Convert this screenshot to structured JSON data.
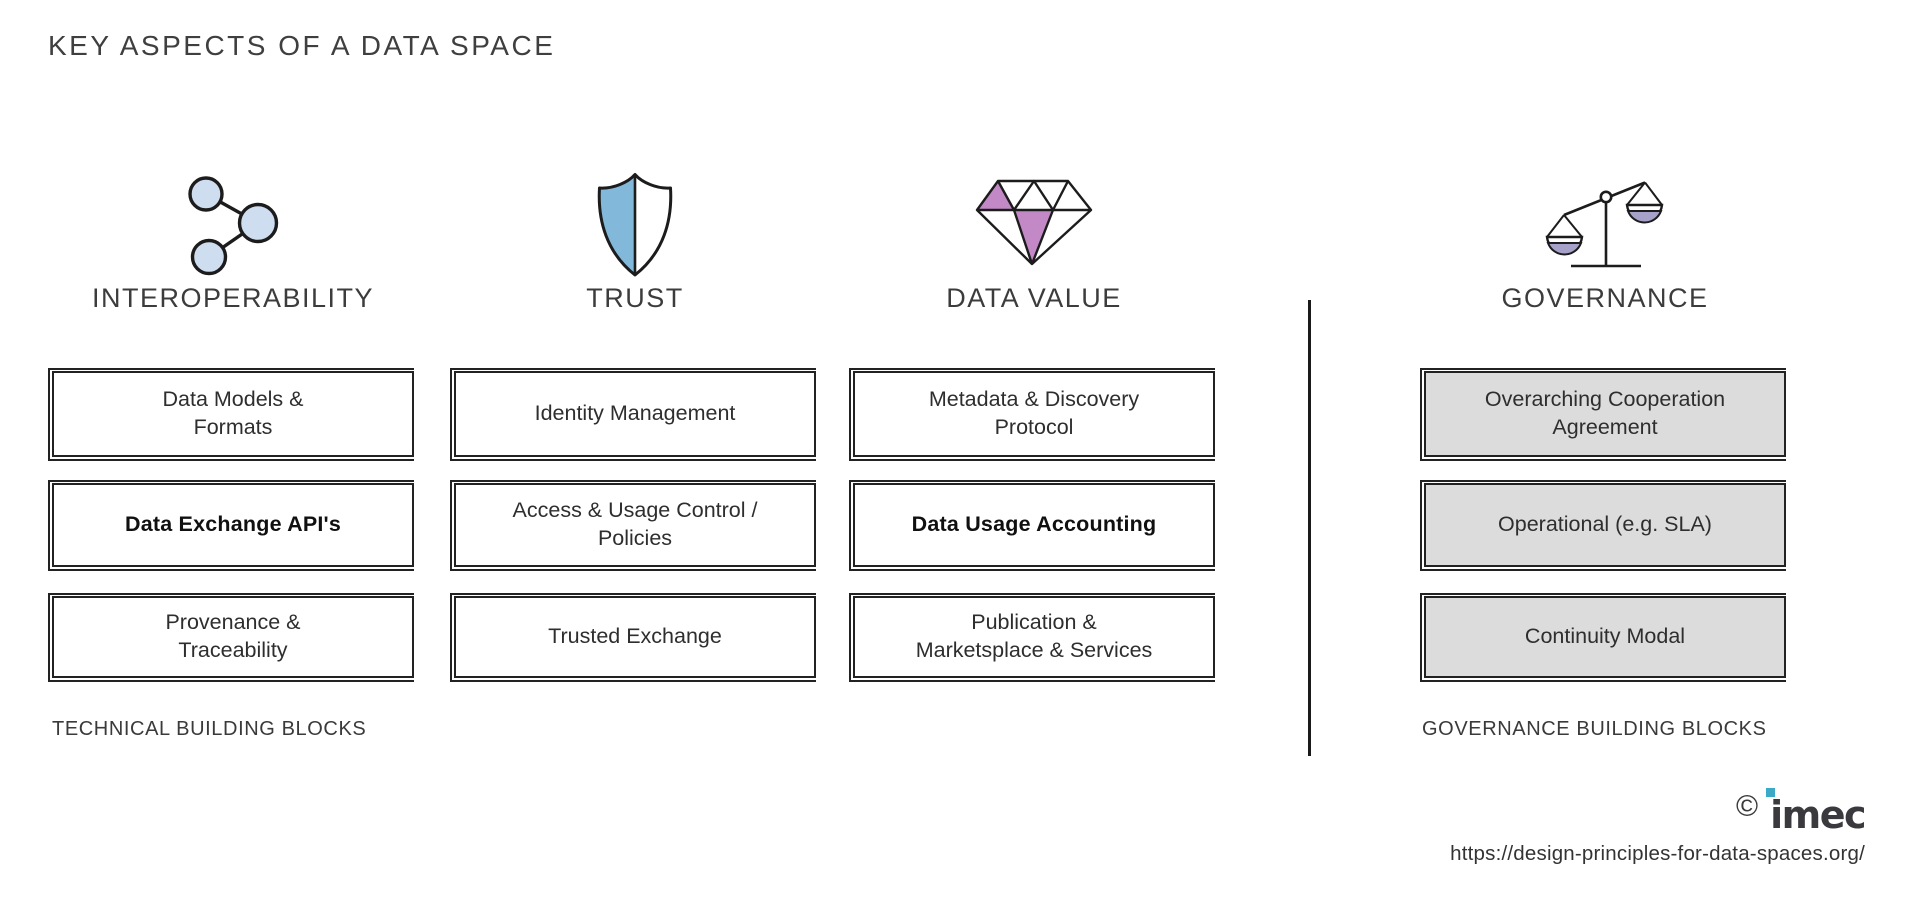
{
  "title": "KEY ASPECTS OF A DATA SPACE",
  "columns": [
    {
      "label": "INTEROPERABILITY",
      "icon": "network-nodes-icon",
      "blocks": [
        {
          "text": "Data Models &\nFormats"
        },
        {
          "text": "Data Exchange API's",
          "emphasis": true
        },
        {
          "text": "Provenance &\nTraceability"
        }
      ]
    },
    {
      "label": "TRUST",
      "icon": "shield-icon",
      "blocks": [
        {
          "text": "Identity Management"
        },
        {
          "text": "Access & Usage Control /\nPolicies"
        },
        {
          "text": "Trusted Exchange"
        }
      ]
    },
    {
      "label": "DATA VALUE",
      "icon": "diamond-icon",
      "blocks": [
        {
          "text": "Metadata & Discovery\nProtocol"
        },
        {
          "text": "Data Usage Accounting",
          "emphasis": true
        },
        {
          "text": "Publication &\nMarketsplace & Services"
        }
      ]
    },
    {
      "label": "GOVERNANCE",
      "icon": "balance-scale-icon",
      "blocks": [
        {
          "text": "Overarching Cooperation\nAgreement"
        },
        {
          "text": "Operational (e.g. SLA)"
        },
        {
          "text": "Continuity Modal"
        }
      ]
    }
  ],
  "footers": {
    "technical": "TECHNICAL BUILDING BLOCKS",
    "governance": "GOVERNANCE BUILDING BLOCKS"
  },
  "credit": {
    "copyright": "©",
    "brand": "imec",
    "url": "https://design-principles-for-data-spaces.org/"
  },
  "colors": {
    "outline": "#1c1c1c",
    "network_node_fill": "#cfddf0",
    "shield_fill": "#82b8da",
    "diamond_fill": "#c289c6",
    "scale_pan_fill": "#a5a1c8",
    "governance_block_fill": "#dcdcdc",
    "brand_dot": "#3ba9c7"
  }
}
